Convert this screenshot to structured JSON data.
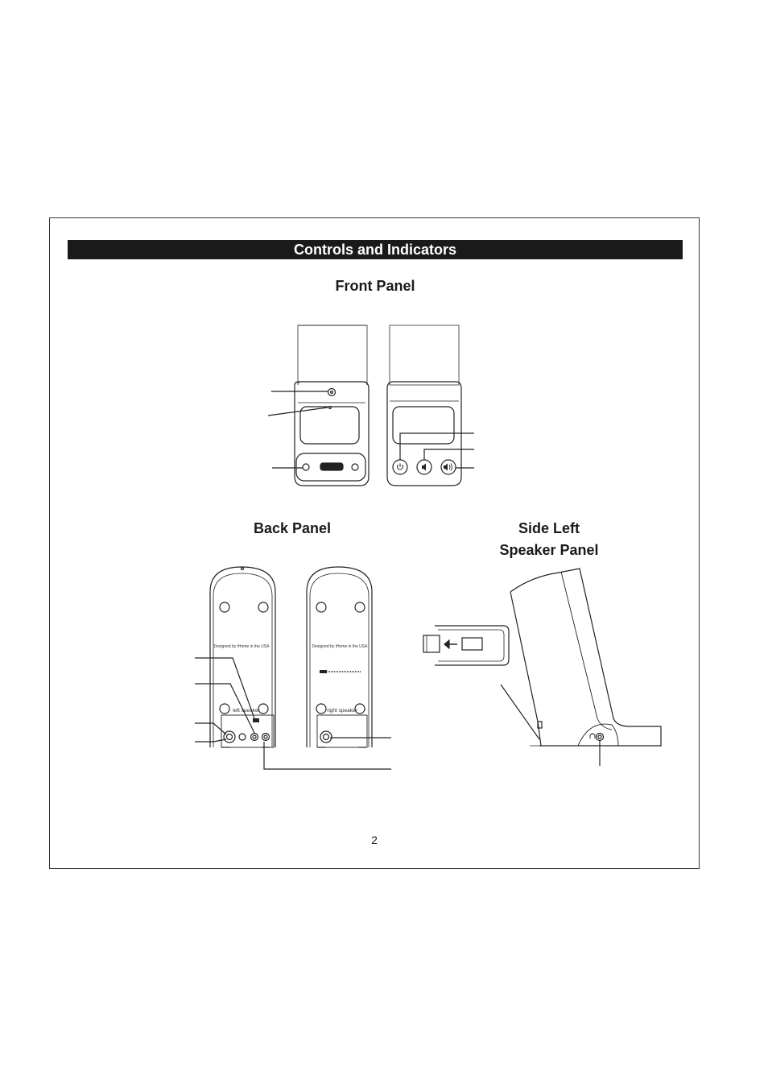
{
  "header": {
    "title": "Controls and Indicators"
  },
  "sections": {
    "front": "Front Panel",
    "back": "Back Panel",
    "side_line1": "Side Left",
    "side_line2": "Speaker Panel"
  },
  "labels": {
    "designed_left": "Designed by iHome in the USA",
    "designed_right": "Designed by iHome in the USA",
    "left_speaker": "left speaker",
    "right_speaker": "right speaker"
  },
  "footer": {
    "page_number": "2"
  }
}
